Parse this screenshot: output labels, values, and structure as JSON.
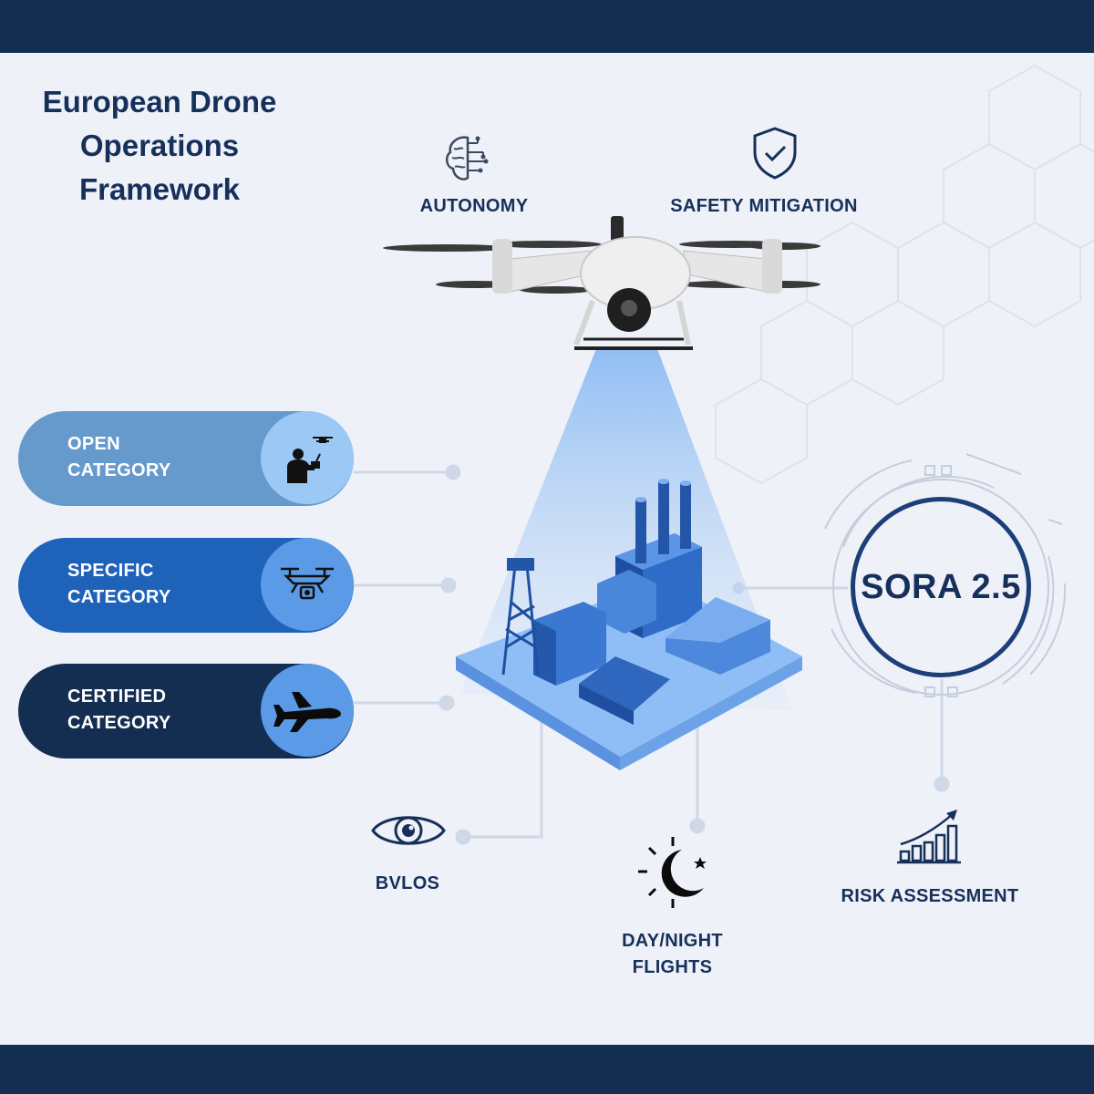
{
  "title_lines": [
    "European Drone",
    "Operations",
    "Framework"
  ],
  "top_features": {
    "autonomy": "AUTONOMY",
    "safety": "SAFETY MITIGATION"
  },
  "categories": [
    {
      "line1": "OPEN",
      "line2": "CATEGORY",
      "icon": "drone-pilot-icon",
      "color": "#6699cc",
      "circle": "#9cc8f5"
    },
    {
      "line1": "SPECIFIC",
      "line2": "CATEGORY",
      "icon": "camera-drone-icon",
      "color": "#1f62ba",
      "circle": "#5a9ae6"
    },
    {
      "line1": "CERTIFIED",
      "line2": "CATEGORY",
      "icon": "airplane-icon",
      "color": "#142e52",
      "circle": "#5a9ae6"
    }
  ],
  "sora": "SORA 2.5",
  "bottom_features": {
    "bvlos": "BVLOS",
    "daynight_line1": "DAY/NIGHT",
    "daynight_line2": "FLIGHTS",
    "risk": "RISK ASSESSMENT"
  },
  "colors": {
    "navy": "#142e52",
    "blue": "#1f62ba",
    "light_blue": "#6699cc",
    "background": "#eef1f8"
  }
}
